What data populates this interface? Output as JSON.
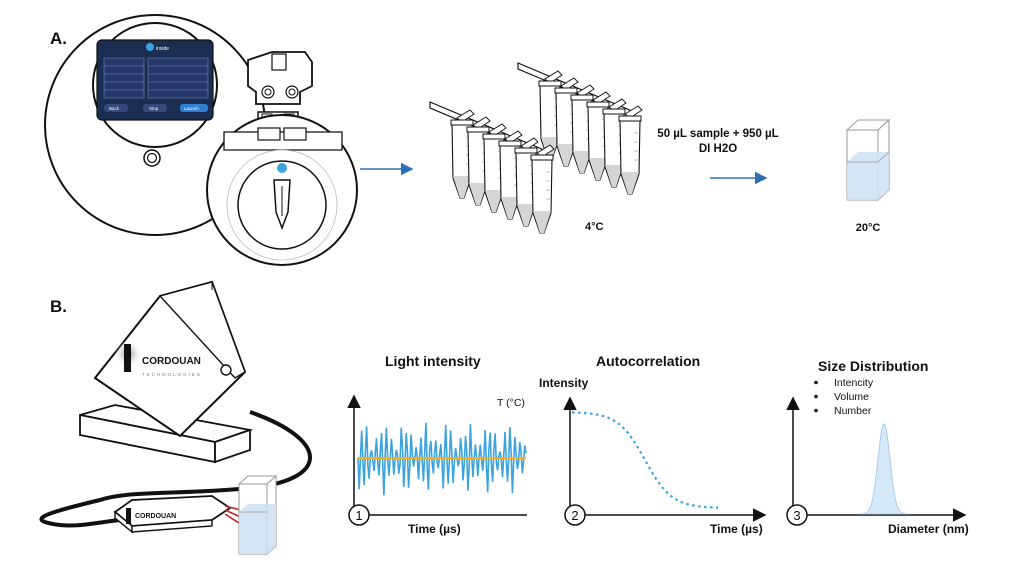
{
  "colors": {
    "arrow": "#2e6fb3",
    "signal": "#3ba3e0",
    "mean_line": "#f2b01e",
    "screen_bg": "#1c2d52",
    "liquid": "#cfe0f3",
    "laser": "#c0262a",
    "peak_fill": "#d6e9f8"
  },
  "panel_a": {
    "label": "A.",
    "screen": {
      "logo_text": "inside",
      "button_left": "Back",
      "button_mid": "Stop",
      "button_right": "Launch"
    },
    "tubes_cold_label": "4°C",
    "dilution_label_line1": "50 µL sample + 950 µL",
    "dilution_label_line2": "DI H2O",
    "cuvette_label": "20°C"
  },
  "panel_b": {
    "label": "B.",
    "instrument_brand": "CORDOUAN",
    "instrument_subtext": "TECHNOLOGIES",
    "probe_brand": "CORDOUAN",
    "plot1": {
      "step": "1",
      "title": "Light intensity",
      "xlabel": "Time (µs)",
      "annotation": "T (°C)"
    },
    "plot2": {
      "step": "2",
      "title": "Autocorrelation",
      "ylabel": "Intensity",
      "xlabel": "Time (µs)"
    },
    "plot3": {
      "step": "3",
      "title": "Size Distribution",
      "xlabel": "Diameter (nm)",
      "bullets": [
        "Intencity",
        "Volume",
        "Number"
      ]
    }
  }
}
